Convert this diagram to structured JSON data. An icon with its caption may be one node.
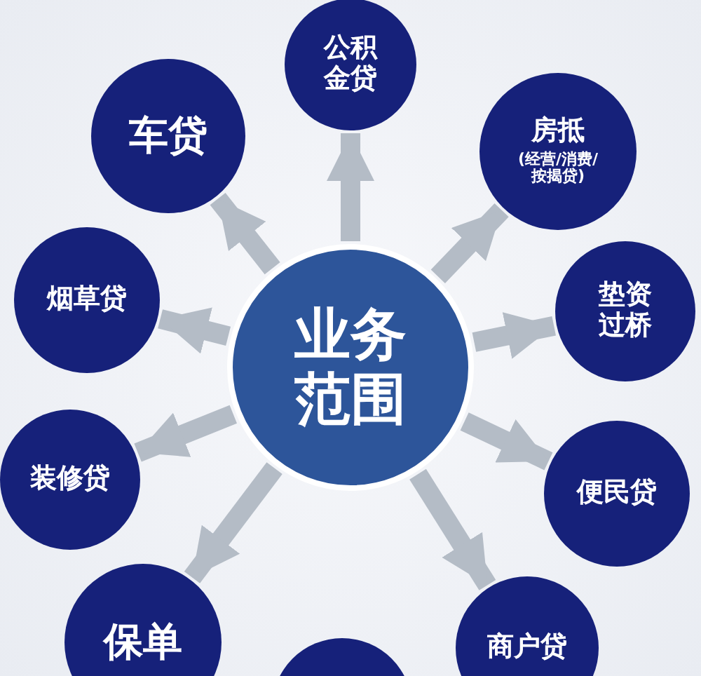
{
  "diagram": {
    "nodes": [
      {
        "text": [
          "业务范围"
        ]
      },
      {
        "text": [
          "公积金贷"
        ]
      },
      {
        "text": [
          "车贷"
        ]
      },
      {
        "text": [
          "房抵",
          "(经营/消费/按揭贷)"
        ]
      },
      {
        "text": [
          "烟草贷"
        ]
      },
      {
        "text": [
          "垫资过桥"
        ]
      },
      {
        "text": [
          "装修贷"
        ]
      },
      {
        "text": [
          "便民贷"
        ]
      },
      {
        "text": [
          "保单"
        ]
      },
      {
        "text": [],
        "shape": "circle"
      },
      {
        "text": [
          "商户贷"
        ]
      }
    ],
    "edges": [
      {
        "from": 0,
        "to": 1,
        "arrow": "to"
      },
      {
        "from": 0,
        "to": 3,
        "arrow": "to"
      },
      {
        "from": 0,
        "to": 5,
        "arrow": "to"
      },
      {
        "from": 0,
        "to": 7,
        "arrow": "to"
      },
      {
        "from": 0,
        "to": 10,
        "arrow": "to"
      },
      {
        "from": 0,
        "to": 8,
        "arrow": "to"
      },
      {
        "from": 0,
        "to": 6,
        "arrow": "to"
      },
      {
        "from": 0,
        "to": 4,
        "arrow": "to"
      },
      {
        "from": 0,
        "to": 2,
        "arrow": "to"
      }
    ]
  }
}
